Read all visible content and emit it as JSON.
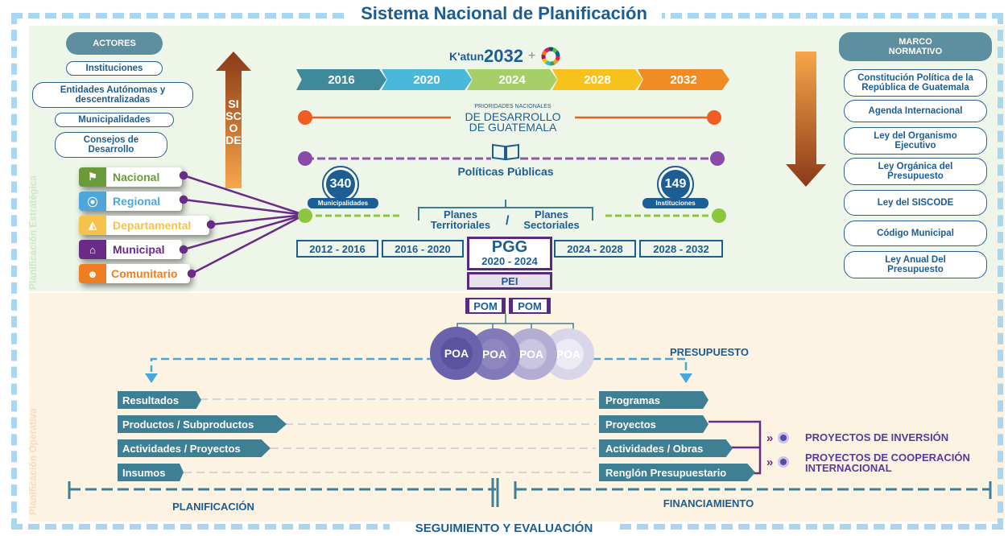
{
  "title": "Sistema Nacional de Planificación",
  "footer_title": "SEGUIMIENTO Y EVALUACIÓN",
  "side_labels": {
    "strategic": "Planificación Estratégica",
    "operative": "Planificación Operativa"
  },
  "actores": {
    "header": "ACTORES",
    "items": [
      "Instituciones",
      "Entidades Autónomas y descentralizadas",
      "Municipalidades",
      "Consejos de Desarrollo"
    ]
  },
  "siscode": "SISCODE",
  "levels": [
    {
      "label": "Nacional",
      "color": "#6a9a3a"
    },
    {
      "label": "Regional",
      "color": "#4fa6d8"
    },
    {
      "label": "Departamental",
      "color": "#f5c34b"
    },
    {
      "label": "Municipal",
      "color": "#6a2b86"
    },
    {
      "label": "Comunitario",
      "color": "#ef7d22"
    }
  ],
  "katun": {
    "brand": "K'atun",
    "year": "2032",
    "plus": "+"
  },
  "timeline": [
    {
      "year": "2016",
      "color": "#3f8a9a"
    },
    {
      "year": "2020",
      "color": "#49b8d9"
    },
    {
      "year": "2024",
      "color": "#a6cf6a"
    },
    {
      "year": "2028",
      "color": "#f7c21c"
    },
    {
      "year": "2032",
      "color": "#f18c22"
    }
  ],
  "prioridades": {
    "small": "PRIORIDADES NACIONALES",
    "line1": "DE DESARROLLO",
    "line2": "DE GUATEMALA"
  },
  "politicas": "Políticas Públicas",
  "municipalidades_badge": {
    "number": "340",
    "label": "Municipalidades"
  },
  "instituciones_badge": {
    "number": "149",
    "label": "Instituciones"
  },
  "planes": {
    "left": "Planes Territoriales",
    "sep": "/",
    "right": "Planes Sectoriales"
  },
  "periods": [
    "2012 - 2016",
    "2016 - 2020",
    "2024 - 2028",
    "2028 - 2032"
  ],
  "pgg": {
    "label": "PGG",
    "years": "2020 - 2024"
  },
  "pei": "PEI",
  "pom": [
    "POM",
    "POM"
  ],
  "poa": [
    "POA",
    "POA",
    "POA",
    "POA"
  ],
  "presupuesto": "PRESUPUESTO",
  "marco": {
    "header": "MARCO NORMATIVO",
    "items": [
      "Constitución Política de la República de Guatemala",
      "Agenda Internacional",
      "Ley del Organismo Ejecutivo",
      "Ley Orgánica del Presupuesto",
      "Ley del SISCODE",
      "Código Municipal",
      "Ley Anual Del Presupuesto"
    ]
  },
  "planificacion_items": [
    "Resultados",
    "Productos / Subproductos",
    "Actividades / Proyectos",
    "Insumos"
  ],
  "financiamiento_items": [
    "Programas",
    "Proyectos",
    "Actividades / Obras",
    "Renglón Presupuestario"
  ],
  "proyectos": [
    "PROYECTOS DE INVERSIÓN",
    "PROYECTOS DE COOPERACIÓN INTERNACIONAL"
  ],
  "bottom_labels": {
    "left": "PLANIFICACIÓN",
    "right": "FINANCIAMIENTO"
  },
  "colors": {
    "navy": "#1c5d94",
    "purple": "#5a2a82",
    "teal": "#3e7f93",
    "orange": "#ef5d22",
    "green": "#8cc63f"
  }
}
